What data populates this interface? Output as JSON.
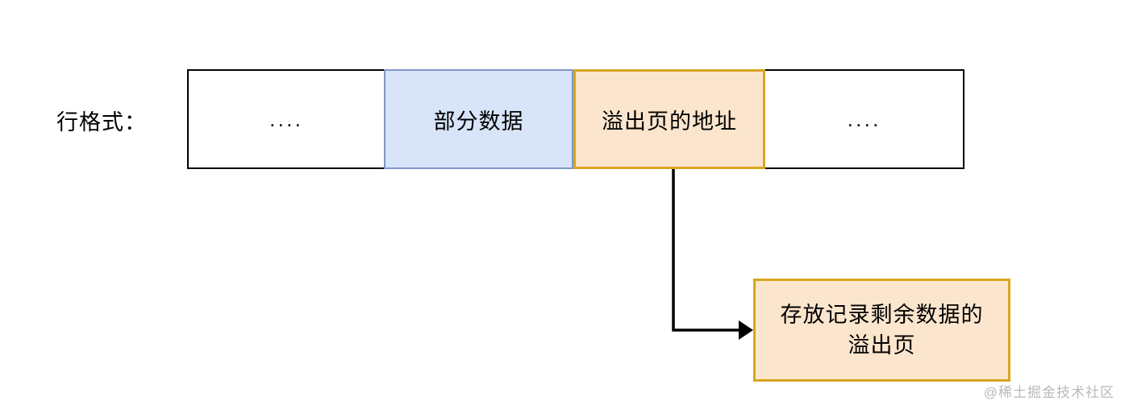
{
  "diagram": {
    "row_label": "行格式：",
    "cells": [
      {
        "text": "....",
        "style": "plain",
        "name": "record-cell-leading-ellipsis"
      },
      {
        "text": "部分数据",
        "style": "data",
        "name": "record-cell-partial-data"
      },
      {
        "text": "溢出页的地址",
        "style": "pointer",
        "name": "record-cell-overflow-page-address"
      },
      {
        "text": "....",
        "style": "plain",
        "name": "record-cell-trailing-ellipsis"
      }
    ],
    "overflow_box": {
      "line1": "存放记录剩余数据的",
      "line2": "溢出页"
    },
    "watermark": "@稀土掘金技术社区",
    "colors": {
      "data_fill": "#d8e4f7",
      "data_border": "#8096c8",
      "pointer_fill": "#fce5cd",
      "pointer_border": "#d9a520",
      "plain_border": "#000000",
      "connector": "#000000",
      "watermark": "#b9b9b9"
    }
  }
}
